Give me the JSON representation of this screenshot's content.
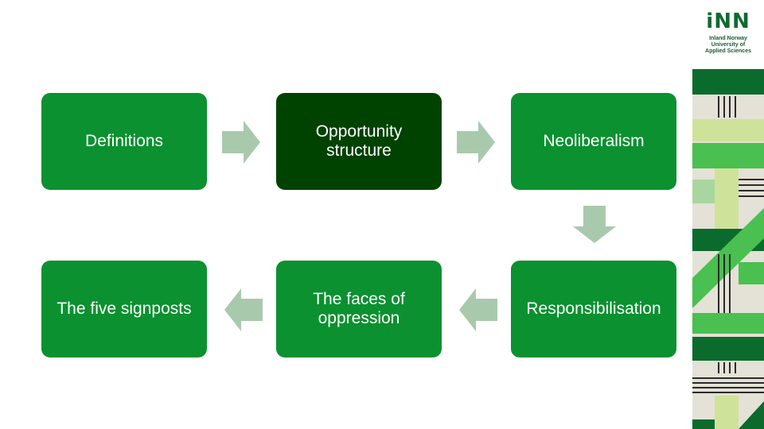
{
  "diagram": {
    "boxes": [
      {
        "label": "Definitions"
      },
      {
        "label": "Opportunity structure"
      },
      {
        "label": "Neoliberalism"
      },
      {
        "label": "Responsibilisation"
      },
      {
        "label": "The faces of oppression"
      },
      {
        "label": "The five signposts"
      }
    ]
  },
  "logo": {
    "mark": "iNN",
    "line1": "Inland Norway",
    "line2": "University of",
    "line3": "Applied Sciences"
  },
  "colors": {
    "box": "#0b9130",
    "box_active": "#004200",
    "arrow": "#a9c9ad",
    "stripe_dark": "#0b6b2c",
    "stripe_light": "#cfe29a",
    "stripe_mid": "#49c04f",
    "stripe_beige": "#e4e1d6"
  }
}
